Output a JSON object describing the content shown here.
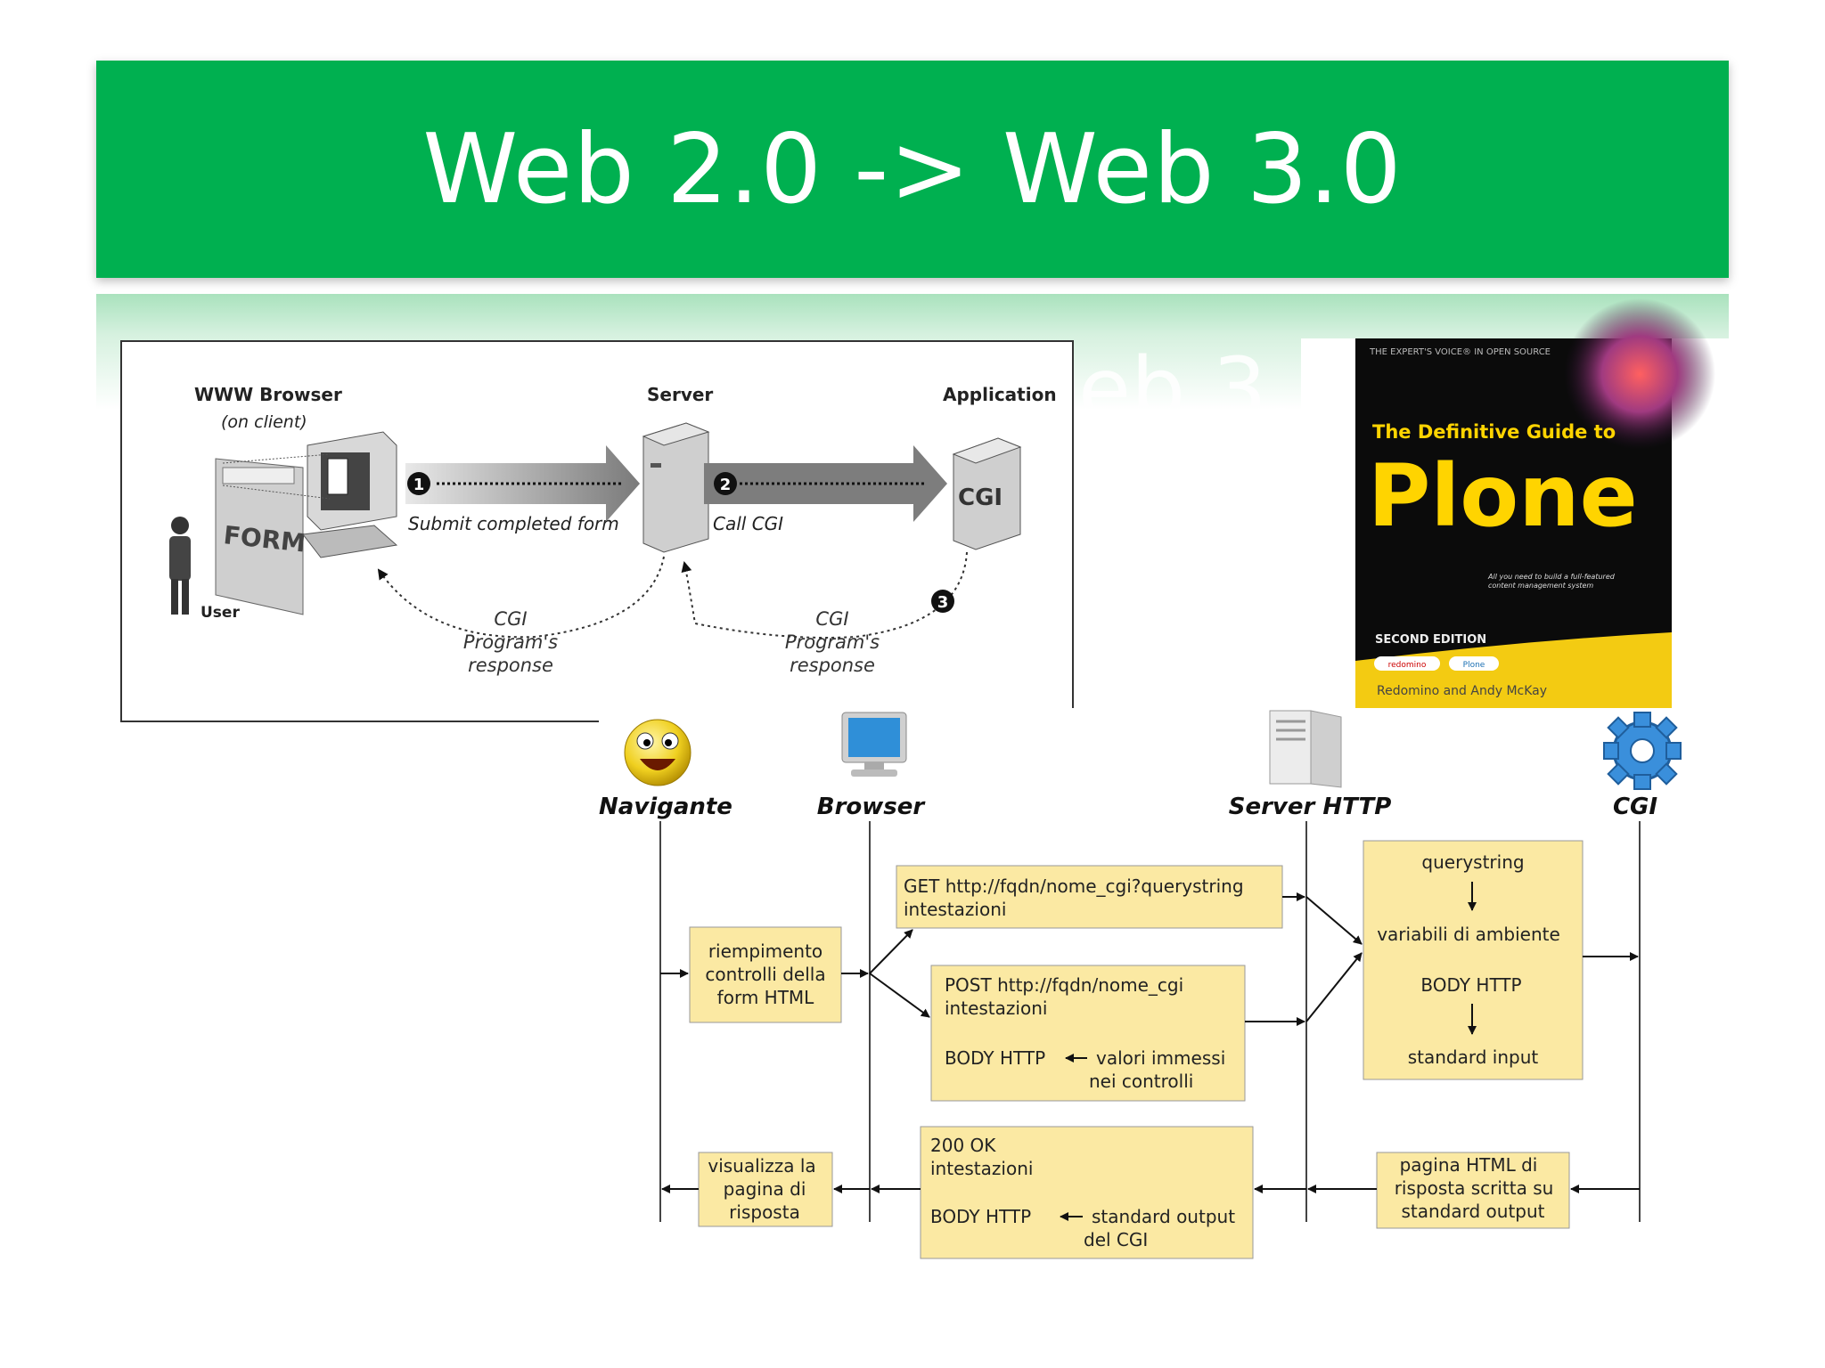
{
  "slide": {
    "title": "Web 2.0 -> Web 3.0",
    "background_ghost_text": "eb 3.",
    "accent_color": "#00b050"
  },
  "cgi_figure": {
    "labels": {
      "browser": "WWW Browser",
      "browser_sub": "(on client)",
      "server": "Server",
      "application": "Application",
      "user": "User",
      "form": "FORM",
      "cgi_box": "CGI"
    },
    "steps": [
      {
        "num": "1",
        "text": "Submit completed form"
      },
      {
        "num": "2",
        "text": "Call CGI"
      },
      {
        "num": "3",
        "text": ""
      }
    ],
    "responses": [
      {
        "line1": "CGI",
        "line2": "Program's",
        "line3": "response"
      },
      {
        "line1": "CGI",
        "line2": "Program's",
        "line3": "response"
      }
    ]
  },
  "book": {
    "top_line": "THE EXPERT'S VOICE® IN OPEN SOURCE",
    "subtitle": "The Definitive Guide to",
    "title": "Plone",
    "tagline1": "All you need to build a full-featured",
    "tagline2": "content management system",
    "edition": "SECOND EDITION",
    "badge1": "redomino",
    "badge2": "Plone",
    "authors": "Redomino and Andy McKay"
  },
  "sequence": {
    "actors": [
      "Navigante",
      "Browser",
      "Server HTTP",
      "CGI"
    ],
    "fill_form": [
      "riempimento",
      "controlli della",
      "form HTML"
    ],
    "get_request": [
      "GET http://fqdn/nome_cgi?querystring",
      "intestazioni"
    ],
    "post_request": [
      "POST http://fqdn/nome_cgi",
      "intestazioni"
    ],
    "post_body": {
      "label": "BODY HTTP",
      "value1": "valori immessi",
      "value2": "nei controlli"
    },
    "env_box": {
      "querystring": "querystring",
      "env": "variabili di ambiente",
      "body": "BODY HTTP",
      "stdin": "standard input"
    },
    "show_page": [
      "visualizza la",
      "pagina di",
      "risposta"
    ],
    "response": {
      "status": "200 OK",
      "headers": "intestazioni",
      "body_label": "BODY HTTP",
      "value1": "standard output",
      "value2": "del CGI"
    },
    "html_page": [
      "pagina HTML di",
      "risposta scritta su",
      "standard output"
    ],
    "box_fill": "#fbe9a3"
  }
}
